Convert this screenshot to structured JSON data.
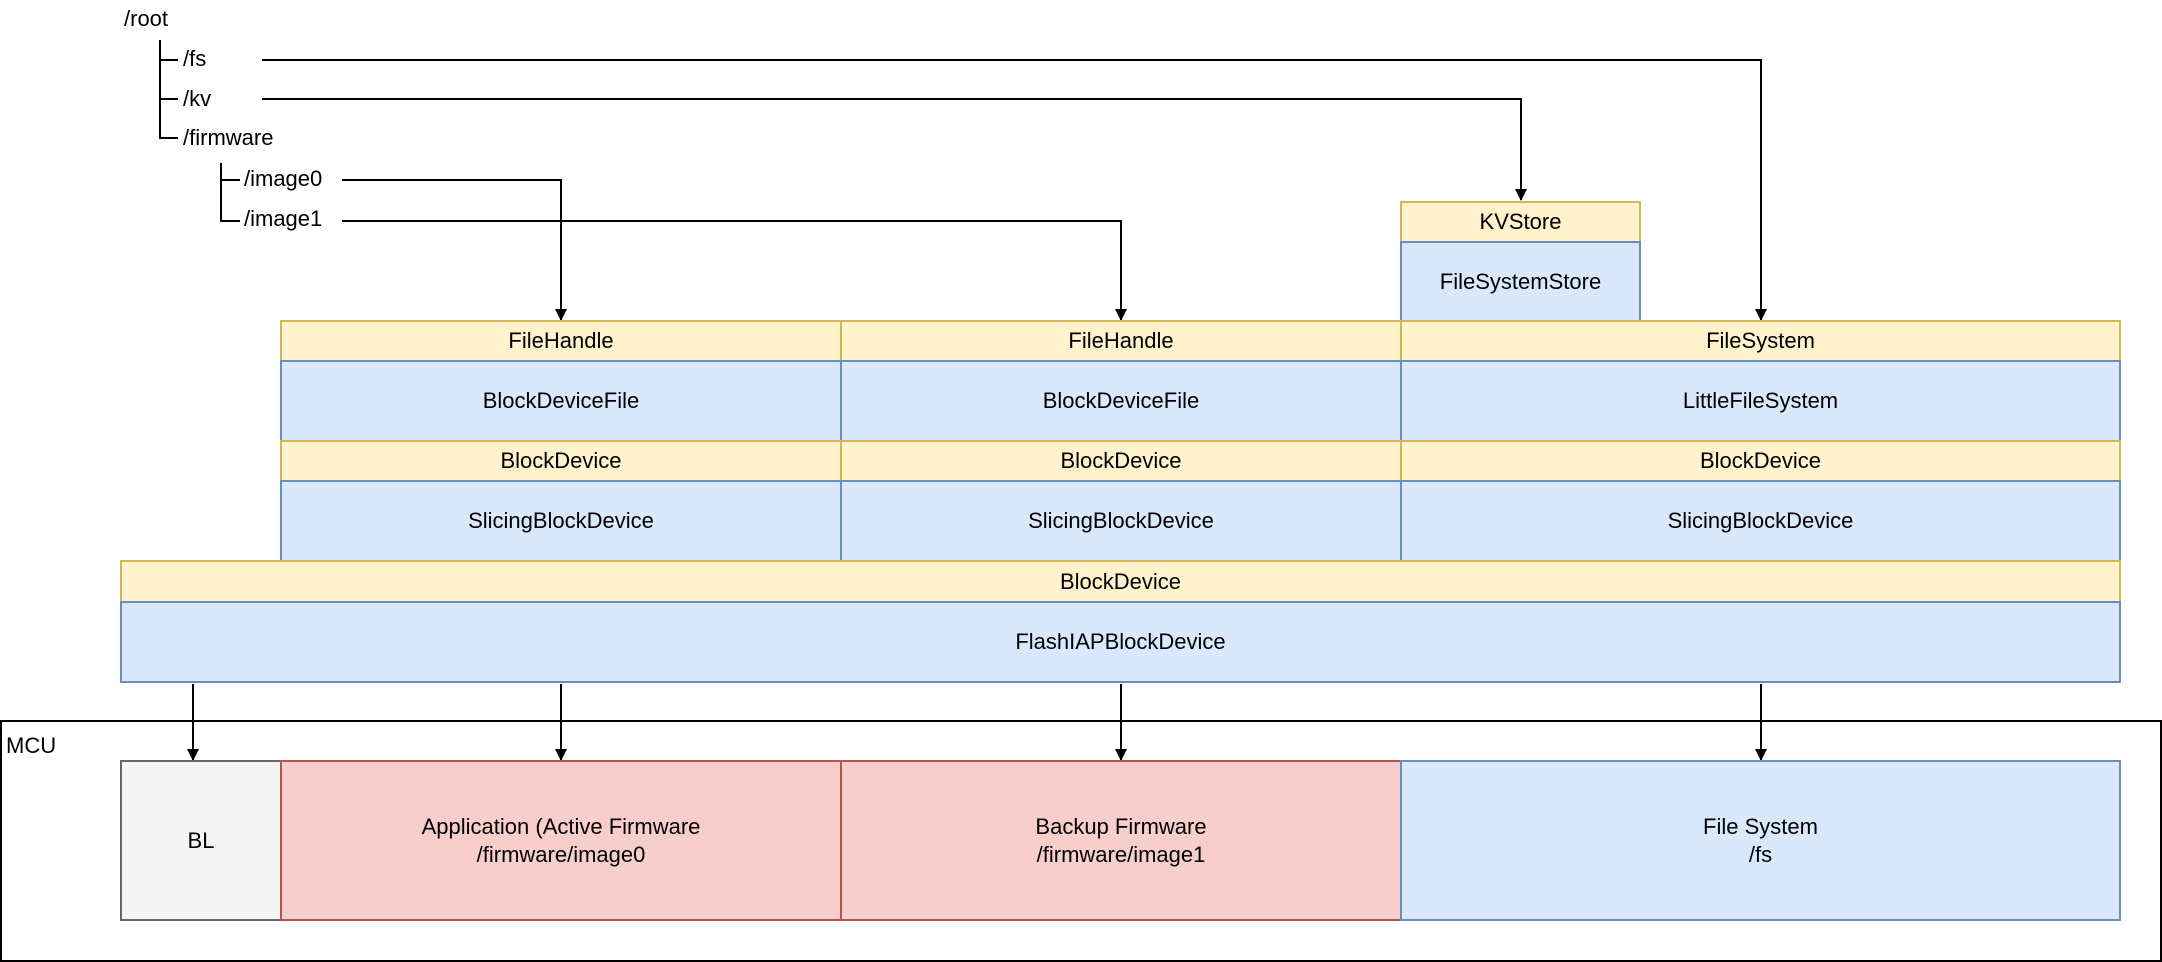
{
  "tree": {
    "root": "/root",
    "fs": "/fs",
    "kv": "/kv",
    "firmware": "/firmware",
    "image0": "/image0",
    "image1": "/image1"
  },
  "kvstore": {
    "iface": "KVStore",
    "impl": "FileSystemStore"
  },
  "stacks": [
    {
      "top_iface": "FileHandle",
      "top_impl": "BlockDeviceFile",
      "bd_iface": "BlockDevice",
      "bd_impl": "SlicingBlockDevice"
    },
    {
      "top_iface": "FileHandle",
      "top_impl": "BlockDeviceFile",
      "bd_iface": "BlockDevice",
      "bd_impl": "SlicingBlockDevice"
    },
    {
      "top_iface": "FileSystem",
      "top_impl": "LittleFileSystem",
      "bd_iface": "BlockDevice",
      "bd_impl": "SlicingBlockDevice"
    }
  ],
  "base": {
    "iface": "BlockDevice",
    "impl": "FlashIAPBlockDevice"
  },
  "mcu": {
    "label": "MCU",
    "regions": [
      {
        "line1": "BL",
        "line2": ""
      },
      {
        "line1": "Application (Active Firmware",
        "line2": "/firmware/image0"
      },
      {
        "line1": "Backup Firmware",
        "line2": "/firmware/image1"
      },
      {
        "line1": "File System",
        "line2": "/fs"
      }
    ]
  },
  "colors": {
    "interface_fill": "#fff2cc",
    "interface_stroke": "#d6b656",
    "impl_fill": "#dae8fc",
    "impl_stroke": "#6c8ebf",
    "firmware_fill": "#f8cecc",
    "firmware_stroke": "#b85450",
    "bootloader_fill": "#f5f5f5",
    "bootloader_stroke": "#666666"
  }
}
